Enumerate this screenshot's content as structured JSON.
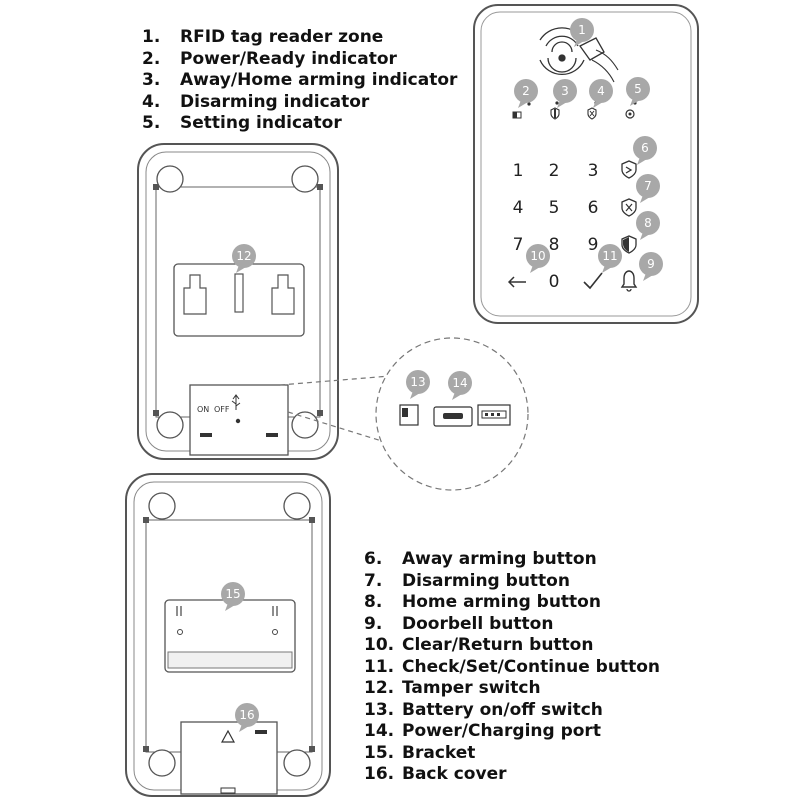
{
  "legend_top": [
    {
      "num": "1.",
      "text": "RFID tag reader zone"
    },
    {
      "num": "2.",
      "text": "Power/Ready indicator"
    },
    {
      "num": "3.",
      "text": "Away/Home arming indicator"
    },
    {
      "num": "4.",
      "text": "Disarming indicator"
    },
    {
      "num": "5.",
      "text": "Setting indicator"
    }
  ],
  "legend_bottom": [
    {
      "num": "6.",
      "text": "Away arming button"
    },
    {
      "num": "7.",
      "text": "Disarming button"
    },
    {
      "num": "8.",
      "text": "Home arming button"
    },
    {
      "num": "9.",
      "text": "Doorbell button"
    },
    {
      "num": "10.",
      "text": "Clear/Return button"
    },
    {
      "num": "11.",
      "text": "Check/Set/Continue button"
    },
    {
      "num": "12.",
      "text": "Tamper switch"
    },
    {
      "num": "13.",
      "text": "Battery on/off switch"
    },
    {
      "num": "14.",
      "text": "Power/Charging port"
    },
    {
      "num": "15.",
      "text": "Bracket"
    },
    {
      "num": "16.",
      "text": "Back cover"
    }
  ],
  "callouts": {
    "c1": "1",
    "c2": "2",
    "c3": "3",
    "c4": "4",
    "c5": "5",
    "c6": "6",
    "c7": "7",
    "c8": "8",
    "c9": "9",
    "c10": "10",
    "c11": "11",
    "c12": "12",
    "c13": "13",
    "c14": "14",
    "c15": "15",
    "c16": "16"
  },
  "keypad": {
    "k1": "1",
    "k2": "2",
    "k3": "3",
    "k4": "4",
    "k5": "5",
    "k6": "6",
    "k7": "7",
    "k8": "8",
    "k9": "9",
    "k0": "0"
  },
  "switch_labels": {
    "on": "ON",
    "off": "OFF"
  },
  "colors": {
    "callout": "#a8a8a8",
    "outline": "#555555",
    "text": "#111111"
  }
}
